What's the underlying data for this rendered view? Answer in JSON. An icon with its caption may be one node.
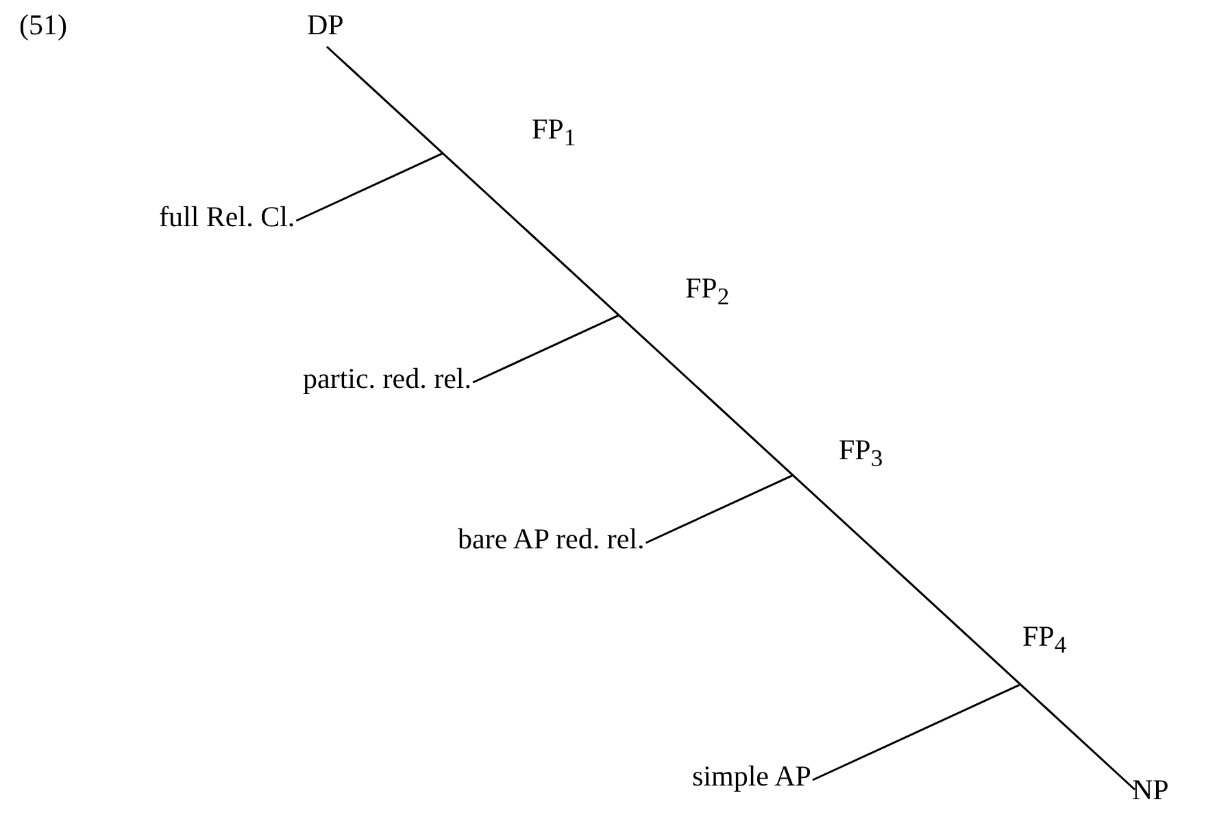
{
  "diagram": {
    "nodes": [
      {
        "text": [
          "DP"
        ]
      },
      {
        "text": [
          "FP$_{1}$"
        ]
      },
      {
        "text": [
          "FP$_{2}$"
        ]
      },
      {
        "text": [
          "FP$_{3}$"
        ]
      },
      {
        "text": [
          "FP$_{4}$"
        ]
      },
      {
        "text": [
          "NP"
        ]
      },
      {
        "text": [
          "full Rel. Cl."
        ]
      },
      {
        "text": [
          "partic. red. rel."
        ]
      },
      {
        "text": [
          "bare AP red. rel."
        ]
      },
      {
        "text": [
          "simple AP"
        ]
      }
    ],
    "edges": [
      {
        "from": 0,
        "to": 5,
        "arrow": "none"
      },
      {
        "from": 6,
        "to": null,
        "arrow": "none"
      },
      {
        "from": 7,
        "to": null,
        "arrow": "none"
      },
      {
        "from": 8,
        "to": null,
        "arrow": "none"
      },
      {
        "from": 9,
        "to": null,
        "arrow": "none"
      }
    ],
    "labels": [
      "(51)"
    ]
  }
}
